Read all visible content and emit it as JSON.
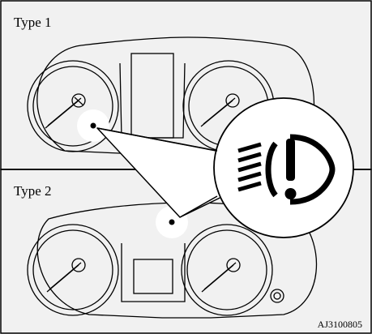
{
  "panels": [
    {
      "label": "Type 1"
    },
    {
      "label": "Type 2"
    }
  ],
  "reference_code": "AJ3100805",
  "callout_icon": "headlight-leveling-warning-icon",
  "colors": {
    "panel_fill": "#f1f1f1",
    "line": "#000000",
    "highlight": "#ffffff"
  }
}
